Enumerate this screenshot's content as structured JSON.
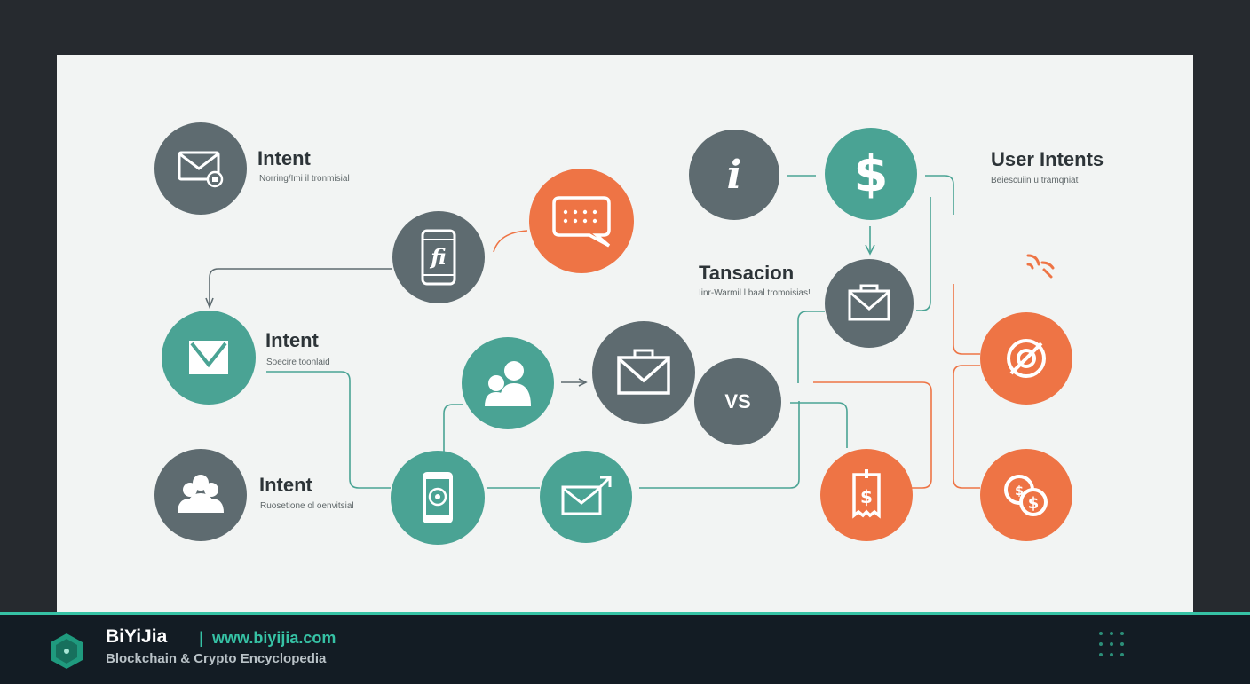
{
  "labels": {
    "intent_top": {
      "title": "Intent",
      "subtitle": "Norring/Imi il tronmisial"
    },
    "intent_mid": {
      "title": "Intent",
      "subtitle": "Soecire toonlaid"
    },
    "intent_bottom": {
      "title": "Intent",
      "subtitle": "Ruosetione ol oenvitsial"
    },
    "transaction": {
      "title": "Tansacion",
      "subtitle": "Iinr-Warmil l baal tromoisias!"
    },
    "user_intents": {
      "title": "User Intents",
      "subtitle": "Beiescuiin u tramqniat"
    }
  },
  "nodes": {
    "phone_glyph": "fi",
    "info_glyph": "i",
    "dollar_glyph": "$",
    "vs_text": "VS"
  },
  "colors": {
    "gray": "#5e6b70",
    "teal": "#4aa394",
    "orange": "#ee7445",
    "accent": "#36c2a5"
  },
  "footer": {
    "brand": "BiYiJia",
    "separator": "|",
    "url": "www.biyijia.com",
    "tagline": "Blockchain & Crypto Encyclopedia"
  }
}
